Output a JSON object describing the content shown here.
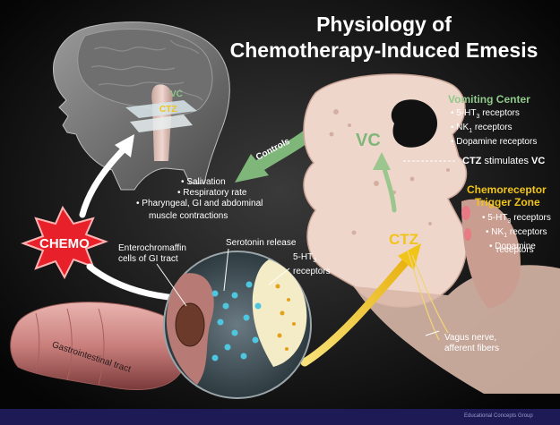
{
  "title": {
    "line1": "Physiology of",
    "line2": "Chemotherapy-Induced Emesis"
  },
  "brain_labels": {
    "vc": "VC",
    "ctz": "CTZ"
  },
  "chemo_label": "CHEMO",
  "controls_label": "Controls",
  "effects": [
    "Salivation",
    "Respiratory rate",
    "Pharyngeal, GI and abdominal",
    "muscle contractions"
  ],
  "vomiting_center": {
    "title": "Vomiting Center",
    "badge": "VC",
    "receptors": [
      {
        "text": "5-HT",
        "sub": "3",
        "after": " receptors"
      },
      {
        "text": "NK",
        "sub": "1",
        "after": " receptors"
      },
      {
        "text": "Dopamine receptors",
        "sub": "",
        "after": ""
      }
    ]
  },
  "ctz_stimulates": {
    "prefix": "CTZ",
    "middle": " stimulates ",
    "suffix": "VC"
  },
  "ctz_zone": {
    "title_line1": "Chemoreceptor",
    "title_line2": "Trigger Zone",
    "badge": "CTZ",
    "receptors": [
      {
        "text": "5-HT",
        "sub": "3",
        "after": " receptors"
      },
      {
        "text": "NK",
        "sub": "1",
        "after": " receptors"
      },
      {
        "text": "Dopamine",
        "sub": "",
        "after": ""
      },
      {
        "text": "receptors",
        "sub": "",
        "after": "",
        "nobullet": true
      }
    ]
  },
  "enterochromaffin": {
    "line1": "Enterochromaffin",
    "line2": "cells of GI tract"
  },
  "serotonin_release": "Serotonin release",
  "ht3_receptors": {
    "line1": "5-HT",
    "sub": "3",
    "line2": "receptors"
  },
  "gi_tract": "Gastrointestinal tract",
  "vagus": {
    "line1": "Vagus nerve,",
    "line2": "afferent fibers"
  },
  "credit": "Educational Concepts Group",
  "colors": {
    "background": "#000000",
    "vc_green": "#8fc98a",
    "ctz_gold": "#f0c419",
    "chemo_red": "#e8202a",
    "bottom_bar": "#1d1a55"
  }
}
